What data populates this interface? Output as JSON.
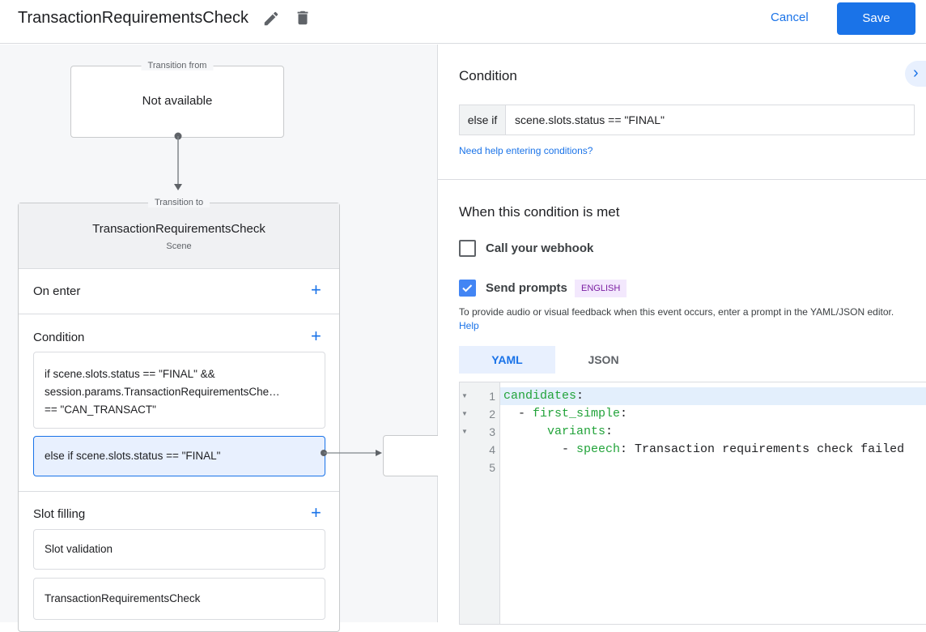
{
  "header": {
    "title": "TransactionRequirementsCheck",
    "cancel_label": "Cancel",
    "save_label": "Save"
  },
  "flow": {
    "from": {
      "legend": "Transition from",
      "value": "Not available"
    },
    "to": {
      "legend": "Transition to",
      "name": "TransactionRequirementsCheck",
      "type": "Scene"
    },
    "on_enter": "On enter",
    "condition": "Condition",
    "conditions": [
      "if scene.slots.status == \"FINAL\" && session.params.TransactionRequirementsChe…",
      "== \"CAN_TRANSACT\"",
      "else if scene.slots.status == \"FINAL\""
    ],
    "slot_filling": "Slot filling",
    "slots": [
      "Slot validation",
      "TransactionRequirementsCheck"
    ]
  },
  "panel": {
    "condition_title": "Condition",
    "prefix": "else if",
    "expression": "scene.slots.status == \"FINAL\"",
    "help_link": "Need help entering conditions?",
    "met_title": "When this condition is met",
    "webhook_label": "Call your webhook",
    "webhook_checked": false,
    "prompts_label": "Send prompts",
    "prompts_checked": true,
    "lang_badge": "ENGLISH",
    "description": "To provide audio or visual feedback when this event occurs, enter a prompt in the YAML/JSON editor.",
    "help": "Help",
    "tabs": [
      "YAML",
      "JSON"
    ],
    "active_tab": "YAML",
    "code": [
      {
        "n": "1",
        "indent": "",
        "key": "candidates",
        "sep": ":",
        "val": ""
      },
      {
        "n": "2",
        "indent": "  - ",
        "key": "first_simple",
        "sep": ":",
        "val": ""
      },
      {
        "n": "3",
        "indent": "      ",
        "key": "variants",
        "sep": ":",
        "val": ""
      },
      {
        "n": "4",
        "indent": "        - ",
        "key": "speech",
        "sep": ": ",
        "val": "Transaction requirements check failed"
      },
      {
        "n": "5",
        "indent": "",
        "key": "",
        "sep": "",
        "val": ""
      }
    ]
  },
  "colors": {
    "accent": "#1a73e8",
    "code_key": "#22a33a",
    "badge_bg": "#f3e8fd",
    "badge_text": "#7b1fa2"
  }
}
